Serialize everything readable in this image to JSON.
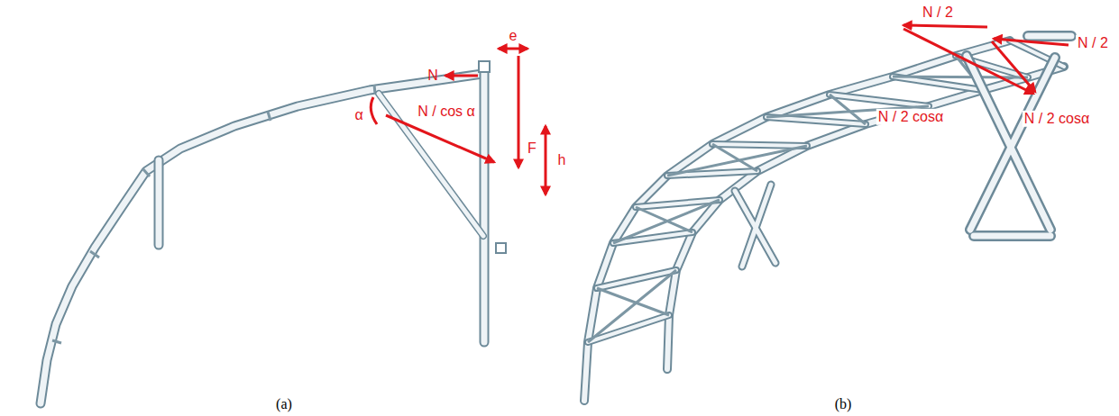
{
  "diagram": {
    "labels": [
      "N",
      "e",
      "F",
      "h",
      "α",
      "N / cos α",
      "(a)",
      "N / 2",
      "N / 2",
      "N / 2 cosα",
      "N / 2 cosα",
      "(b)"
    ]
  }
}
